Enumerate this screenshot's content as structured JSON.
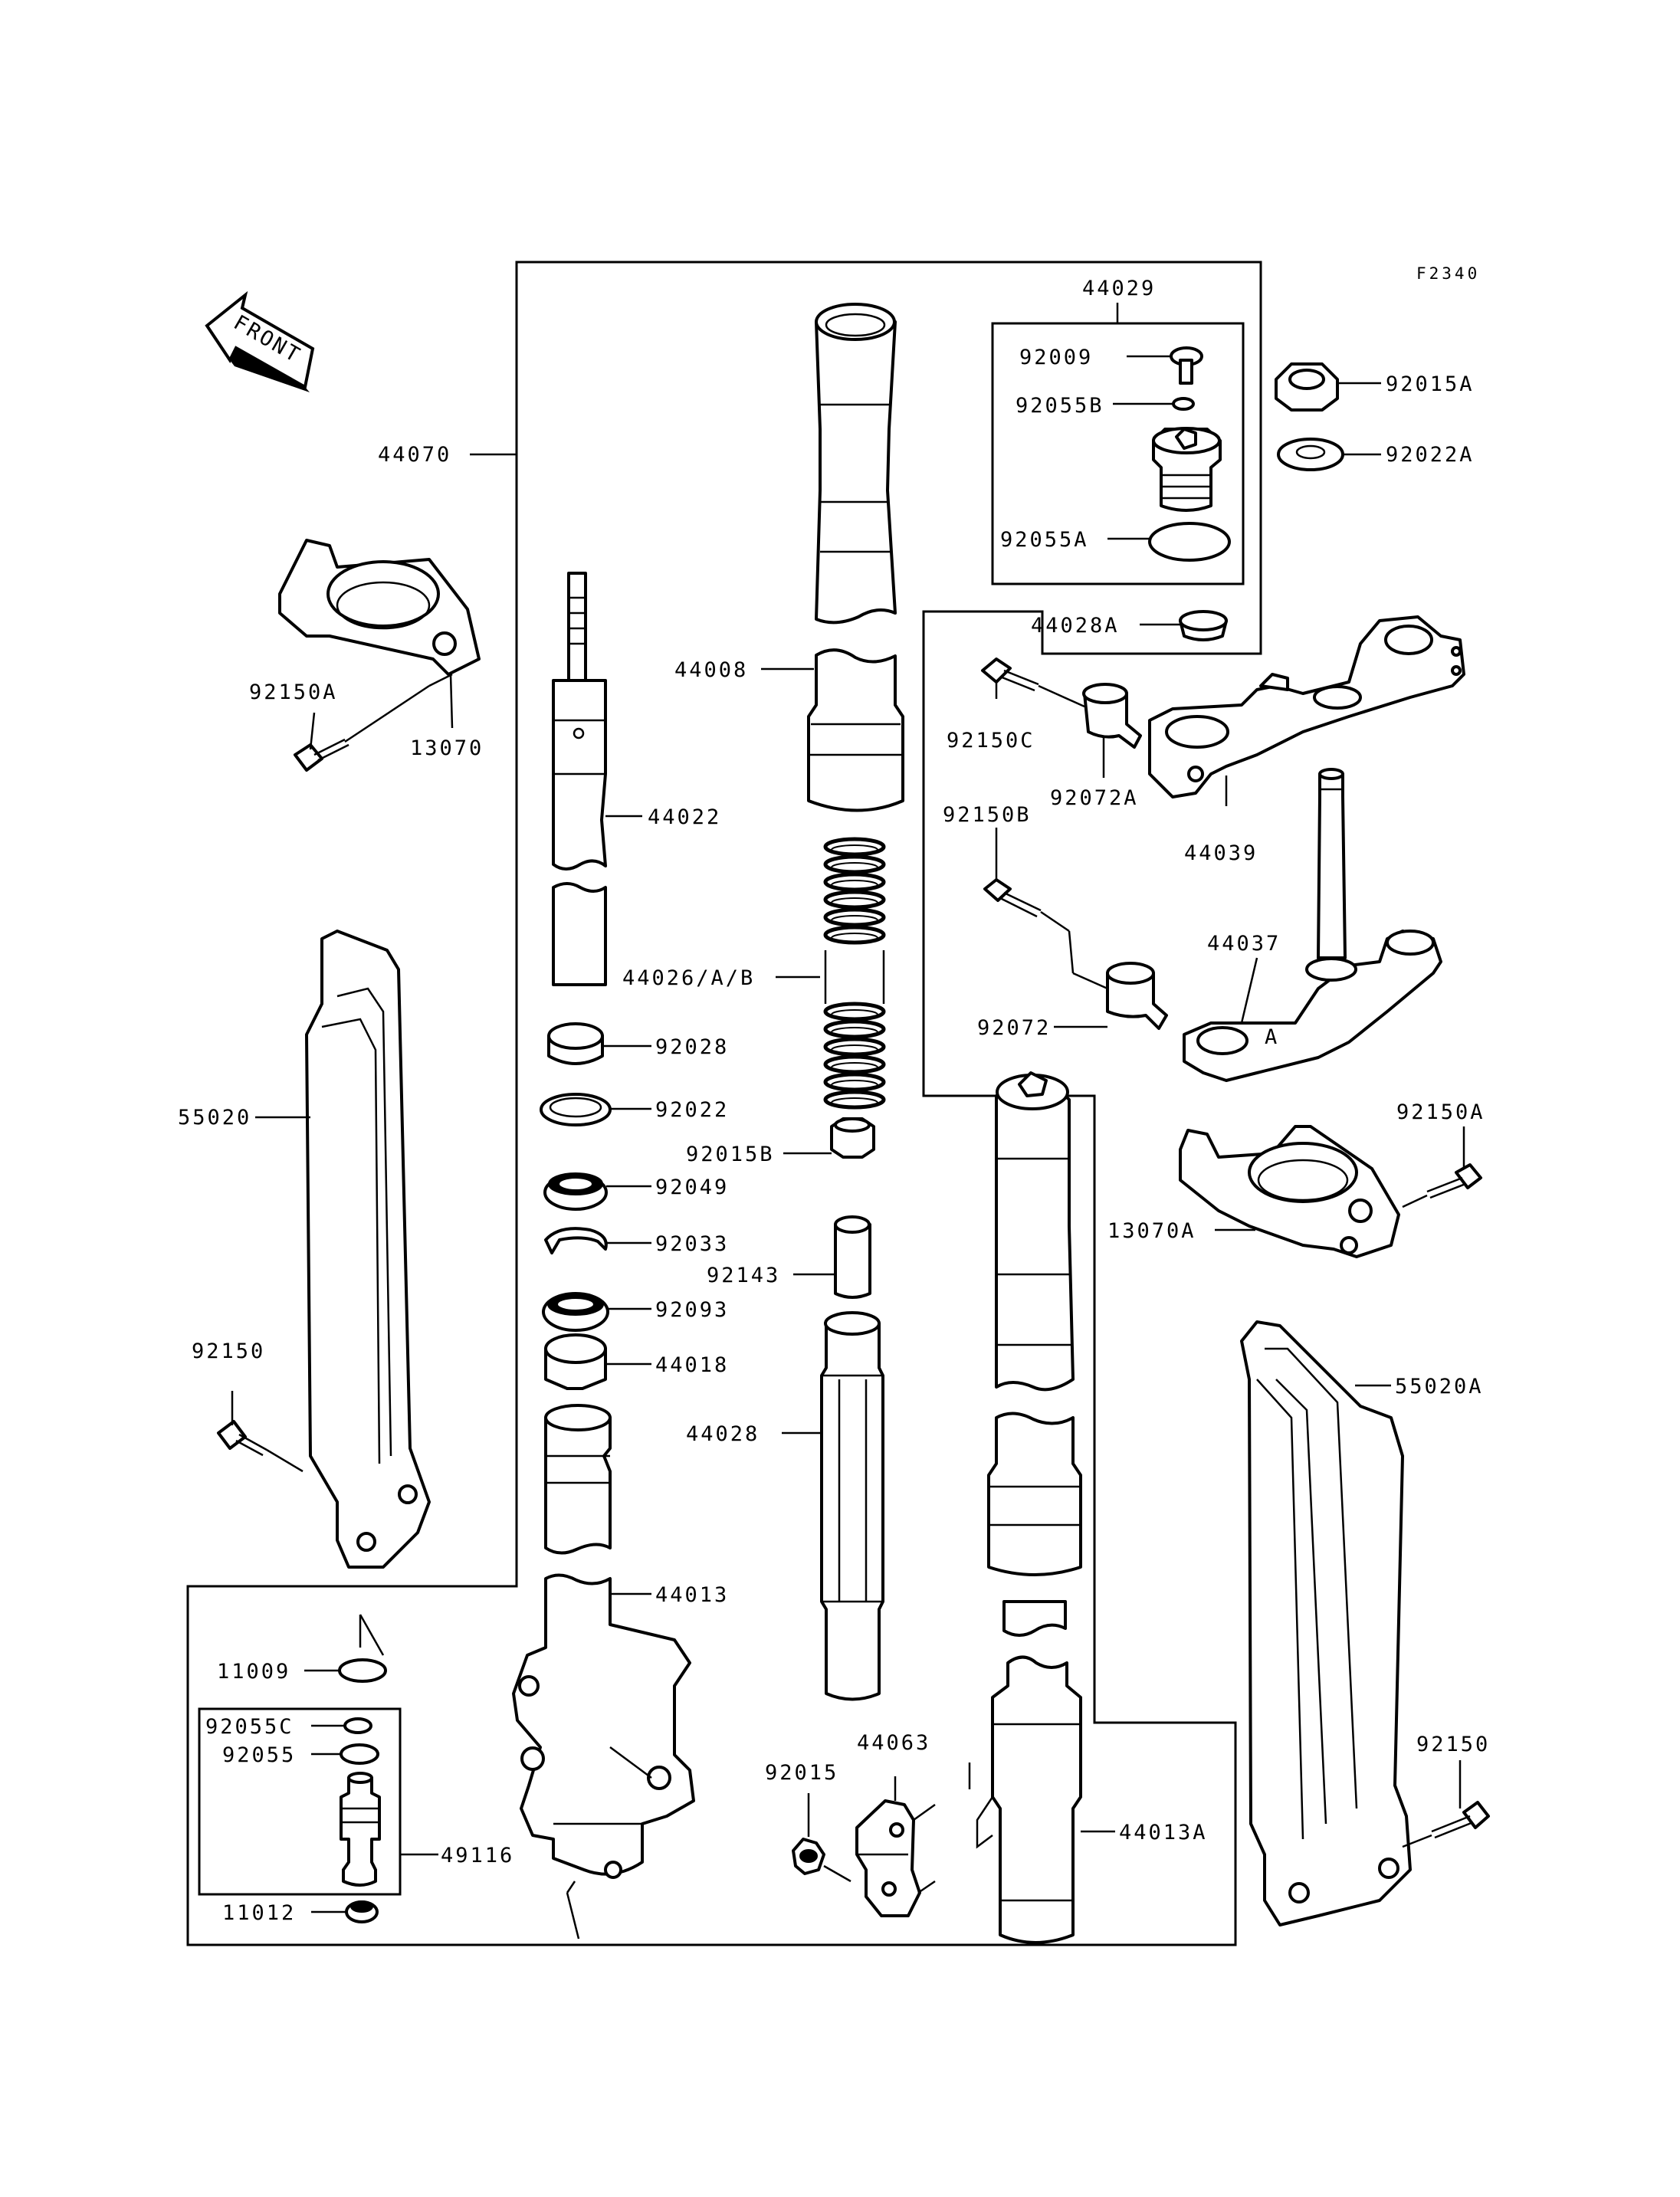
{
  "figure_code": "F2340",
  "front_marker": {
    "label": "FRONT",
    "icon": "front-arrow-icon"
  },
  "labels": {
    "p44029": "44029",
    "p92009": "92009",
    "p92055B": "92055B",
    "p92055A": "92055A",
    "p44028A": "44028A",
    "p92015A": "92015A",
    "p92022A": "92022A",
    "p44070": "44070",
    "p92150A_left": "92150A",
    "p13070": "13070",
    "p44008": "44008",
    "p44022": "44022",
    "p44026": "44026/A/B",
    "p92150C": "92150C",
    "p92072A": "92072A",
    "p44039": "44039",
    "p92150B": "92150B",
    "p44037": "44037",
    "p92072": "92072",
    "p92150A_right": "92150A",
    "p13070A": "13070A",
    "p55020": "55020",
    "p92028": "92028",
    "p92022": "92022",
    "p92015B": "92015B",
    "p92049": "92049",
    "p92033": "92033",
    "p92143": "92143",
    "p92093": "92093",
    "p44018": "44018",
    "p92150_left": "92150",
    "p44028": "44028",
    "p55020A": "55020A",
    "p44013": "44013",
    "p11009": "11009",
    "p92055C": "92055C",
    "p92055": "92055",
    "p49116": "49116",
    "p11012": "11012",
    "p44063": "44063",
    "p92015": "92015",
    "p44013A": "44013A",
    "p92150_right": "92150"
  }
}
